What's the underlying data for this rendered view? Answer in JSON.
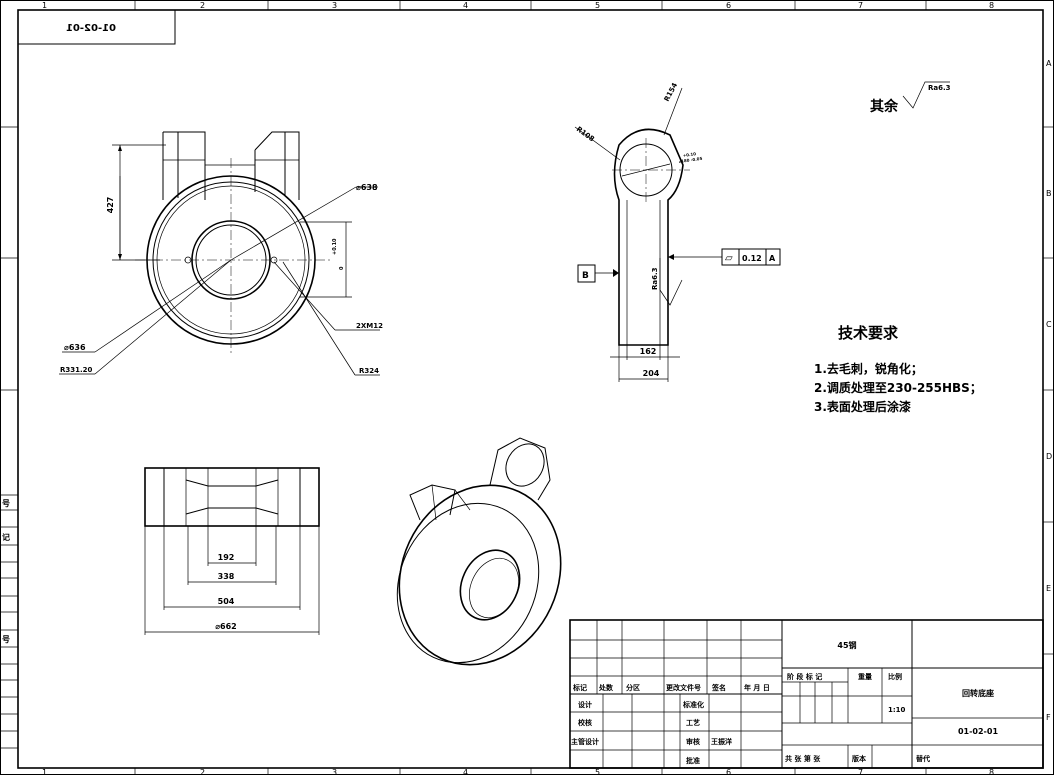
{
  "border": {
    "column_numbers": [
      "1",
      "2",
      "3",
      "4",
      "5",
      "6",
      "7",
      "8"
    ],
    "row_letters": [
      "A",
      "B",
      "C",
      "D",
      "E",
      "F"
    ]
  },
  "drawing_code_mirrored": "01-02-01",
  "front_view": {
    "dims": {
      "height_427": "427",
      "dia_638": "⌀638",
      "dia_636": "⌀636",
      "r_331": "R331.20",
      "thread": "2XM12",
      "r_324": "R324",
      "tol_small": "+0.10",
      "tol_small2": "0"
    }
  },
  "top_view": {
    "dims": {
      "d192": "192",
      "d338": "338",
      "d504": "504",
      "d662": "⌀662"
    }
  },
  "side_view": {
    "dims": {
      "r154": "R154",
      "r108": "R108",
      "bore_tol": "+0.10",
      "bore": "⌀180 -0.05",
      "datum_b": "B",
      "roughness": "Ra6.3",
      "d162": "162",
      "d204": "204"
    },
    "tolerance_frame": {
      "symbol": "▱",
      "value": "0.12",
      "datum": "A"
    }
  },
  "surface_note": {
    "label": "其余",
    "value": "Ra6.3"
  },
  "tech_requirements": {
    "title": "技术要求",
    "items": [
      "1.去毛刺，锐角化；",
      "2.调质处理至230-255HBS；",
      "3.表面处理后涂漆"
    ]
  },
  "left_strip": {
    "labels": [
      "号",
      "记",
      "号"
    ]
  },
  "title_block": {
    "material": "45钢",
    "headers": [
      "标记",
      "处数",
      "分区",
      "更改文件号",
      "签名",
      "年 月 日"
    ],
    "row_design": [
      "设计",
      "标准化"
    ],
    "row_check": [
      "校核",
      "工艺"
    ],
    "row_main": [
      "主管设计",
      "审核",
      "王振洋"
    ],
    "row_approve": [
      "批准"
    ],
    "stage_labels": [
      "阶 段 标 记",
      "重量",
      "比例"
    ],
    "scale": "1:10",
    "sheet_info": "共 张  第 张",
    "version": "版本",
    "replace": "替代",
    "part_name": "回转底座",
    "part_code": "01-02-01"
  }
}
